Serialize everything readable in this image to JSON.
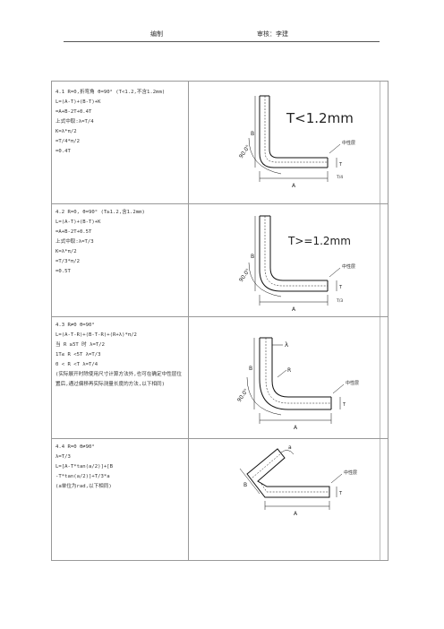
{
  "header": {
    "left_label": "编制",
    "right_label": "审核：李建"
  },
  "sections": [
    {
      "lines": [
        "4.1 R=0,折弯角 θ=90° (T<1.2,不含1.2mm)",
        "L=(A-T)+(B-T)+K",
        "=A+B-2T+0.4T",
        "上式中取:λ=T/4",
        "K=λ*π/2",
        "=T/4*π/2",
        "=0.4T"
      ],
      "figure": {
        "title": "T<1.2mm",
        "angle": "90.0°",
        "neutral": "中性层",
        "dim_a": "A",
        "dim_b": "B",
        "dim_t": "T",
        "dim_lambda": "T/4"
      }
    },
    {
      "lines": [
        "4.2 R=0, θ=90° (T≥1.2,含1.2mm)",
        "L=(A-T)+(B-T)+K",
        "=A+B-2T+0.5T",
        "上式中取:λ=T/3",
        "K=λ*π/2",
        "=T/3*π/2",
        "=0.5T"
      ],
      "figure": {
        "title": "T>=1.2mm",
        "angle": "90.0°",
        "neutral": "中性层",
        "dim_a": "A",
        "dim_b": "B",
        "dim_t": "T",
        "dim_lambda": "T/3"
      }
    },
    {
      "lines": [
        "4.3 R≠0 θ=90°",
        "L=(A-T-R)+(B-T-R)+(R+λ)*π/2",
        "当 R ≥5T 时 λ=T/2",
        "1T≤ R <5T λ=T/3",
        "0 < R <T λ=T/4"
      ],
      "note": "(实际展开时除使用尺寸计算方法外,也可在确定中性层位置后,通过偏移再实际测量长度的方法,以下相同)",
      "figure": {
        "angle": "90.0°",
        "neutral": "中性层",
        "dim_a": "A",
        "dim_b": "B",
        "dim_t": "T",
        "dim_r": "R",
        "dim_lambda": "λ"
      }
    },
    {
      "lines": [
        "4.4 R=0 θ≠90°",
        "λ=T/3",
        "L=[A-T*tan(a/2)]+[B",
        "-T*tan(a/2)]+T/3*a"
      ],
      "note": "(a单位为rad,以下相同)",
      "figure": {
        "neutral": "中性层",
        "dim_a": "A",
        "dim_b": "B",
        "dim_t": "T",
        "dim_alpha": "a"
      }
    }
  ]
}
